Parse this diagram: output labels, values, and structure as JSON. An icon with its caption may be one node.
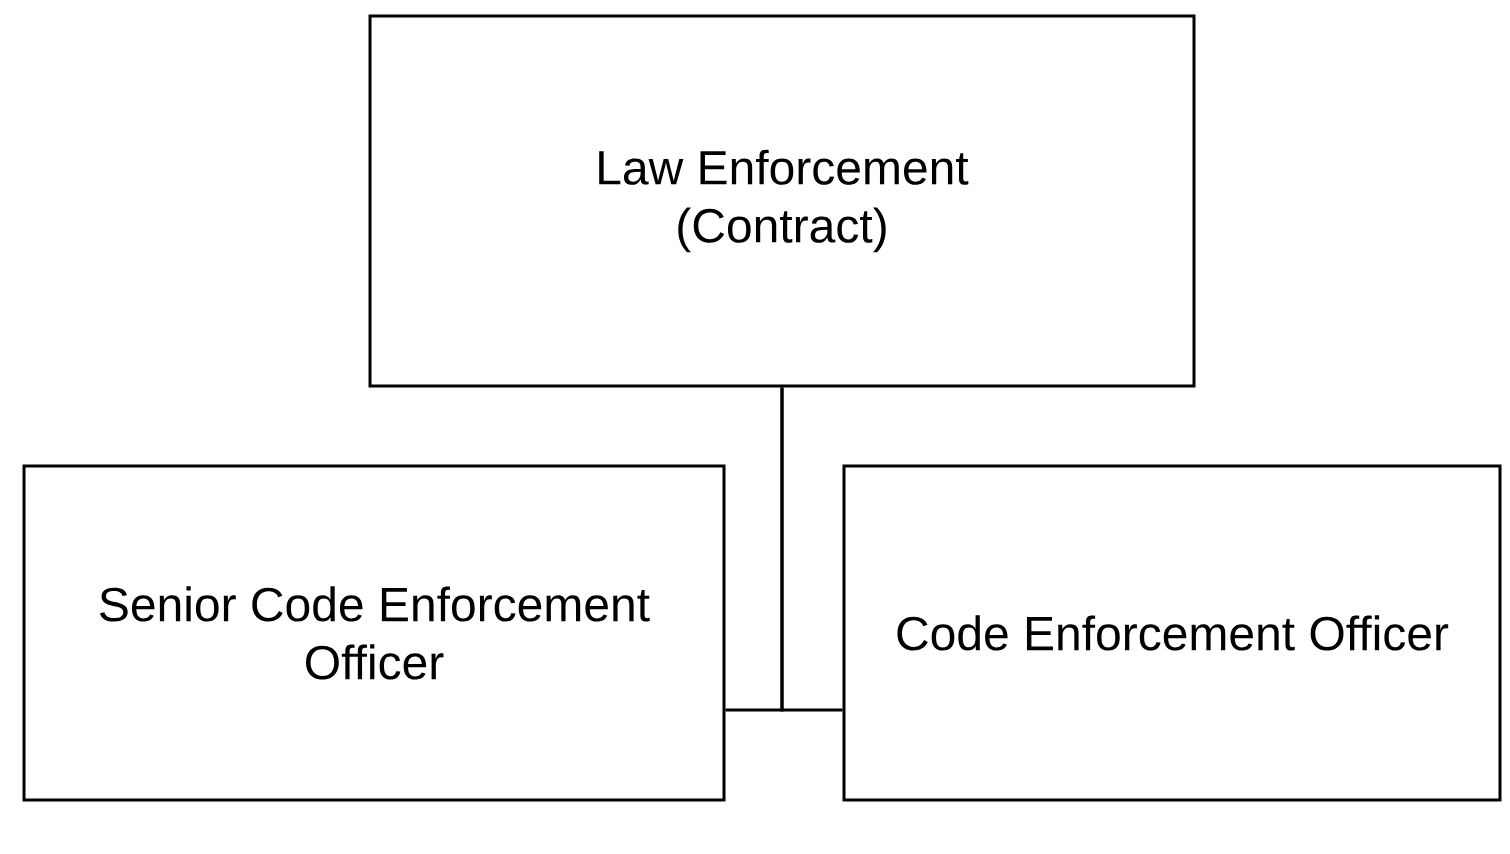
{
  "diagram": {
    "nodes": [
      {
        "text": [
          "Law Enforcement (Contract)"
        ]
      },
      {
        "text": [
          "Senior Code Enforcement Officer"
        ]
      },
      {
        "text": [
          "Code Enforcement Officer"
        ]
      }
    ],
    "edges": [
      {
        "from": 0,
        "to": 1,
        "arrow": "none"
      },
      {
        "from": 0,
        "to": 2,
        "arrow": "none"
      }
    ]
  }
}
